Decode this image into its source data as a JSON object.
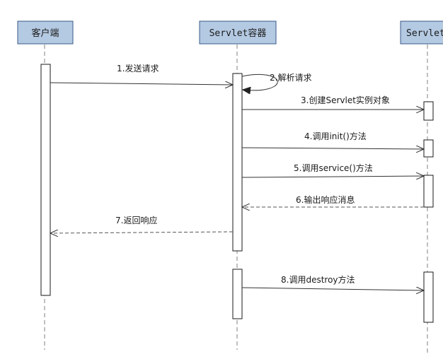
{
  "actors": {
    "client": "客户端",
    "container": "Servlet容器",
    "servlet": "Servlet"
  },
  "messages": {
    "m1": "1.发送请求",
    "m2": "2.解析请求",
    "m3": "3.创建Servlet实例对象",
    "m4": "4.调用init()方法",
    "m5": "5.调用service()方法",
    "m6": "6.输出响应消息",
    "m7": "7.返回响应",
    "m8": "8.调用destroy方法"
  }
}
